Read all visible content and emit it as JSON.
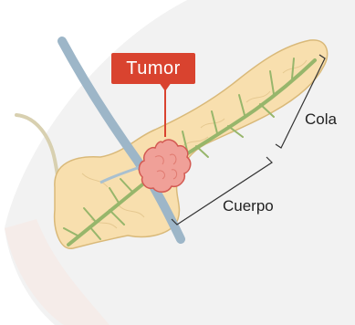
{
  "labels": {
    "tumor": "Tumor",
    "cola": "Cola",
    "cuerpo": "Cuerpo"
  },
  "colors": {
    "pancreas_fill": "#f8dfae",
    "pancreas_outline": "#d9b979",
    "vessel": "#9db6c8",
    "nerve": "#97b66b",
    "tumor_fill": "#f0a098",
    "tumor_outline": "#d35a52",
    "callout": "#d9432f",
    "bracket": "#333333",
    "background_shade": "#f1f1f1"
  }
}
